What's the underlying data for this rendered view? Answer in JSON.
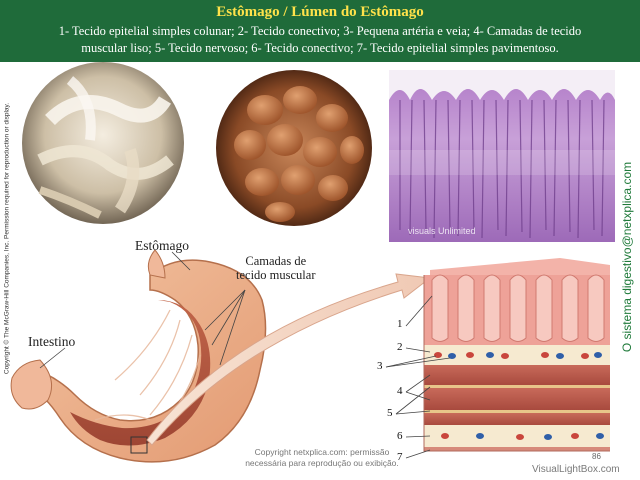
{
  "header": {
    "title": "Estômago / Lúmen do Estômago",
    "line1": "1- Tecido epitelial simples colunar; 2- Tecido conectivo; 3- Pequena artéria e veia; 4- Camadas de tecido",
    "line2": "muscular liso;  5- Tecido nervoso; 6- Tecido conectivo; 7- Tecido epitelial simples pavimentoso."
  },
  "side_left_copyright": "Copyright © The McGraw-Hill Companies, Inc. Permission required for reproduction or display.",
  "side_right_credit": "O sistema digestivo@netxplica.com",
  "labels": {
    "stomach": "Estômago",
    "muscle_layers_1": "Camadas de",
    "muscle_layers_2": "tecido muscular",
    "intestine": "Intestino"
  },
  "numbers": [
    "1",
    "2",
    "3",
    "4",
    "5",
    "6",
    "7"
  ],
  "micrograph_watermark": "visuals Unlimited",
  "copyright_note_1": "Copyright netxplica.com: permissão",
  "copyright_note_2": "necessária para reprodução ou exibição.",
  "page_number": "86",
  "watermark": "VisualLightBox.com",
  "colors": {
    "header_bg": "#1f6b3a",
    "title": "#ffe24a",
    "credit": "#1f7a3a"
  }
}
